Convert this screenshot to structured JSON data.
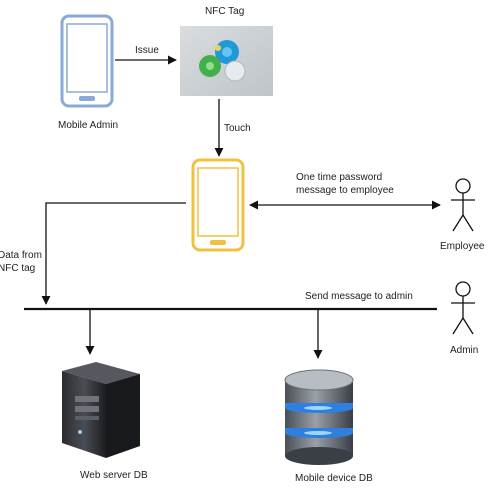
{
  "nodes": {
    "mobile_admin": "Mobile Admin",
    "nfc_tag": "NFC Tag",
    "employee": "Employee",
    "admin": "Admin",
    "web_server_db": "Web server DB",
    "mobile_device_db": "Mobile device DB"
  },
  "edges": {
    "issue": "Issue",
    "touch": "Touch",
    "otp_line1": "One time password",
    "otp_line2": "message to employee",
    "data_line1": "Data from",
    "data_line2": "NFC tag",
    "send_message": "Send message to admin"
  },
  "colors": {
    "admin_phone": "#8aaad6",
    "user_phone": "#f0c040",
    "line": "#111111",
    "db_blue": "#2e7fe0"
  }
}
